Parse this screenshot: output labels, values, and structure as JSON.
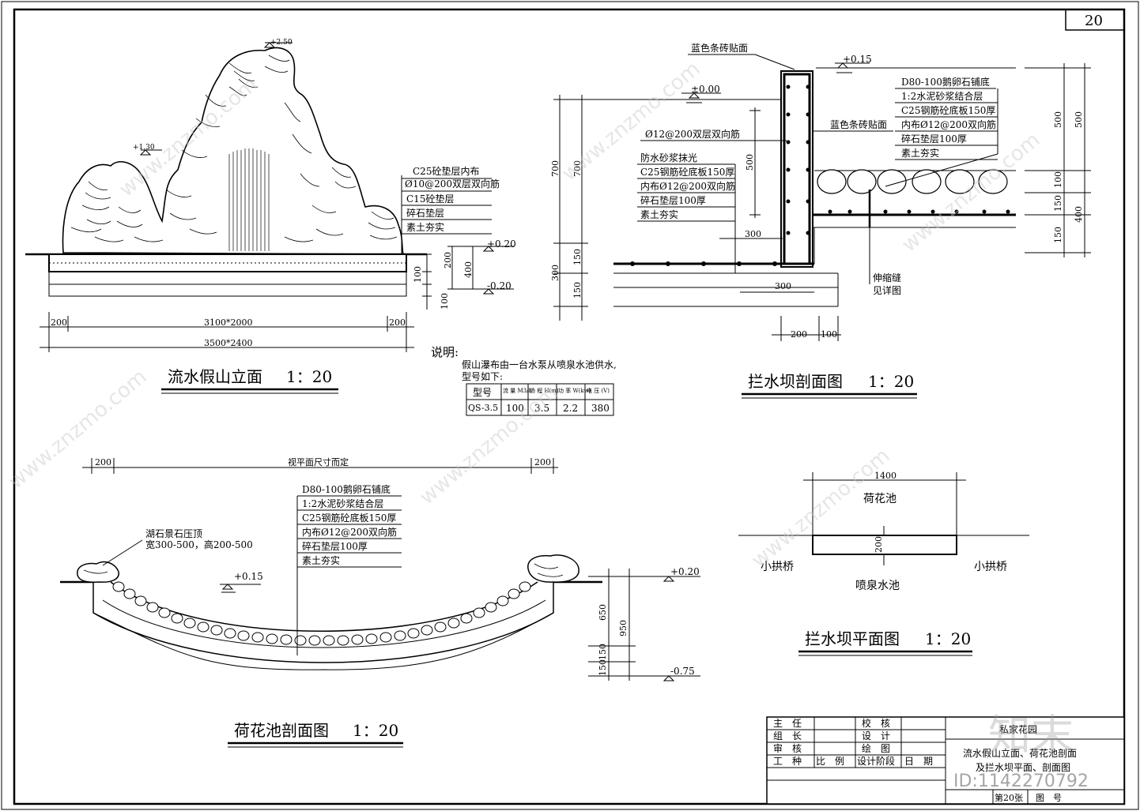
{
  "sheet": {
    "page_number": "20"
  },
  "elev": {
    "title": "流水假山立面",
    "scale": "1：20",
    "lv_top": "+2.50",
    "lv_left": "+1.30",
    "lv_base": "+0.20",
    "lv_bottom": "-0.20",
    "layers": [
      "C25砼垫层内布",
      "Ø10@200双层双向筋",
      "C15砼垫层",
      "碎石垫层",
      "素土夯实"
    ],
    "dims_v": [
      "200",
      "400",
      "100",
      "100"
    ],
    "dim_left": "200",
    "dim_mid": "3100*2000",
    "dim_right": "200",
    "dim_total": "3500*2400"
  },
  "note": {
    "heading": "说明:",
    "line1": "假山瀑布由一台水泵从喷泉水池供水,",
    "line2": "型号如下:",
    "headers": [
      "型号",
      "流 量 M3/h",
      "扬 程 H(m)",
      "功 率 W(kw)",
      "电 压 (V)"
    ],
    "row": [
      "QS-3.5",
      "100",
      "3.5",
      "2.2",
      "380"
    ]
  },
  "dam": {
    "title": "拦水坝剖面图",
    "scale": "1：20",
    "tile_top": "蓝色条砖贴面",
    "tile_mid": "蓝色条砖贴面",
    "lv_left": "±0.00",
    "lv_right": "+0.15",
    "rebar": "Ø12@200双层双向筋",
    "left_layers": [
      "防水砂浆抹光",
      "C25钢筋砼底板150厚",
      "内布Ø12@200双向筋",
      "碎石垫层100厚",
      "素土夯实"
    ],
    "right_layers": [
      "D80-100鹅卵石铺底",
      "1:2水泥砂浆结合层",
      "C25钢筋砼底板150厚",
      "内布Ø12@200双向筋",
      "碎石垫层100厚",
      "素土夯实"
    ],
    "joint1": "伸缩缝",
    "joint2": "见详图",
    "dims_left": [
      "700",
      "700",
      "150",
      "300",
      "150"
    ],
    "dim_500": "500",
    "dim_300a": "300",
    "dim_300b": "300",
    "dim_200": "200",
    "dim_100": "100",
    "dims_right": [
      "500",
      "500",
      "100",
      "150",
      "400",
      "150"
    ]
  },
  "lotus": {
    "title": "荷花池剖面图",
    "scale": "1：20",
    "dim_left": "200",
    "dim_mid": "视平面尺寸而定",
    "dim_right": "200",
    "rock_note1": "湖石景石压顶",
    "rock_note2": "宽300-500，高200-500",
    "lv_water": "+0.15",
    "lv_top": "+0.20",
    "lv_bottom": "-0.75",
    "layers": [
      "D80-100鹅卵石铺底",
      "1:2水泥砂浆结合层",
      "C25钢筋砼底板150厚",
      "内布Ø12@200双向筋",
      "碎石垫层100厚",
      "素土夯实"
    ],
    "dims_v": [
      "650",
      "950",
      "150",
      "150"
    ]
  },
  "plan": {
    "title": "拦水坝平面图",
    "scale": "1：20",
    "dim_width": "1400",
    "dim_thk": "200",
    "pond": "荷花池",
    "fountain": "喷泉水池",
    "bridge_l": "小拱桥",
    "bridge_r": "小拱桥"
  },
  "titleblock": {
    "roles": [
      "主　任",
      "组　长",
      "审　核",
      "工　种"
    ],
    "roles2": [
      "校　核",
      "设　计",
      "绘　图",
      "设计阶段"
    ],
    "ratio": "比　例",
    "date": "日　期",
    "project": "私家花园",
    "drawing1": "流水假山立面、荷花池剖面",
    "drawing2": "及拦水坝平面、剖面图",
    "sheet_no": "第20张",
    "fig_no": "图　号",
    "id_label": "ID:1142270792"
  },
  "watermark": {
    "site": "www.znzmo.com",
    "brand": "知末"
  }
}
